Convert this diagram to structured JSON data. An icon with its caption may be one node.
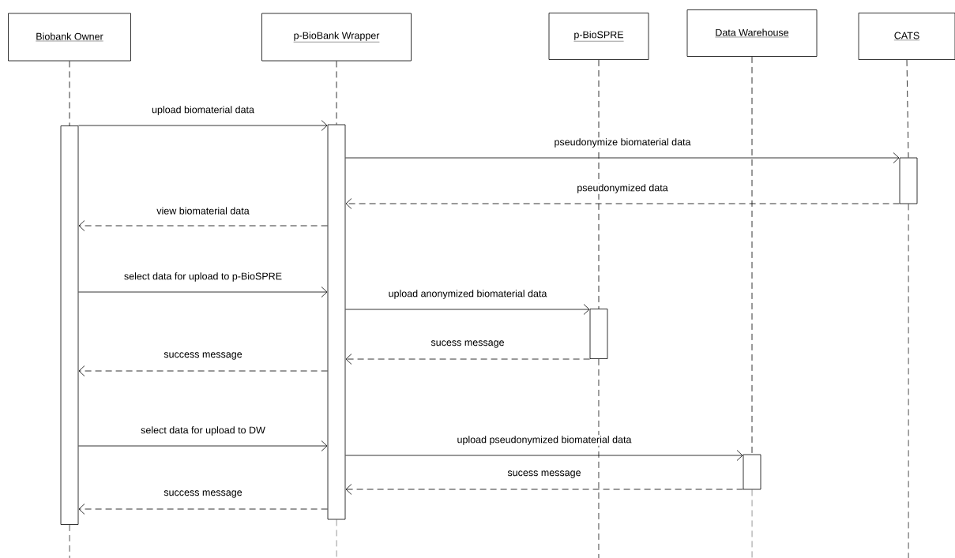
{
  "diagram": {
    "nodes": [
      {
        "text": [
          "Biobank Owner"
        ]
      },
      {
        "text": [
          "p-BioBank Wrapper"
        ]
      },
      {
        "text": [
          "p-BioSPRE"
        ]
      },
      {
        "text": [
          "Data Warehouse"
        ]
      },
      {
        "text": [
          "CATS"
        ]
      },
      {
        "text": [],
        "shape": "bar"
      },
      {
        "text": [],
        "shape": "bar"
      },
      {
        "text": [],
        "shape": "bar"
      },
      {
        "text": [],
        "shape": "bar"
      },
      {
        "text": [],
        "shape": "bar"
      }
    ],
    "edges": [
      {
        "from": 5,
        "to": 6,
        "arrow": "to",
        "label": "upload biomaterial data"
      },
      {
        "from": 6,
        "to": 7,
        "arrow": "to",
        "label": "pseudonymize biomaterial data"
      },
      {
        "from": 7,
        "to": 6,
        "arrow": "to",
        "label": "pseudonymized data",
        "style": "dashed"
      },
      {
        "from": 6,
        "to": 5,
        "arrow": "to",
        "label": "view biomaterial data",
        "style": "dashed"
      },
      {
        "from": 5,
        "to": 6,
        "arrow": "to",
        "label": "select data for upload to p-BioSPRE"
      },
      {
        "from": 6,
        "to": 8,
        "arrow": "to",
        "label": "upload anonymized biomaterial data"
      },
      {
        "from": 8,
        "to": 6,
        "arrow": "to",
        "label": "sucess message",
        "style": "dashed"
      },
      {
        "from": 6,
        "to": 5,
        "arrow": "to",
        "label": "success message",
        "style": "dashed"
      },
      {
        "from": 5,
        "to": 6,
        "arrow": "to",
        "label": "select data for upload to DW"
      },
      {
        "from": 6,
        "to": 9,
        "arrow": "to",
        "label": "upload pseudonymized biomaterial data"
      },
      {
        "from": 9,
        "to": 6,
        "arrow": "to",
        "label": "sucess message",
        "style": "dashed"
      },
      {
        "from": 6,
        "to": 5,
        "arrow": "to",
        "label": "success message",
        "style": "dashed"
      },
      {
        "from": 0,
        "to": 5,
        "arrow": "none",
        "style": "dashed"
      },
      {
        "from": 5,
        "to": null,
        "arrow": "none",
        "style": "dashed"
      },
      {
        "from": 1,
        "to": 6,
        "arrow": "none",
        "style": "dashed"
      },
      {
        "from": 6,
        "to": null,
        "arrow": "none",
        "style": "dashed"
      },
      {
        "from": 4,
        "to": 7,
        "arrow": "none",
        "style": "dashed"
      },
      {
        "from": 7,
        "to": null,
        "arrow": "none",
        "style": "dashed"
      },
      {
        "from": 2,
        "to": 8,
        "arrow": "none",
        "style": "dashed"
      },
      {
        "from": 8,
        "to": null,
        "arrow": "none",
        "style": "dashed"
      },
      {
        "from": 3,
        "to": 9,
        "arrow": "none",
        "style": "dashed"
      },
      {
        "from": 9,
        "to": null,
        "arrow": "none",
        "style": "dashed"
      }
    ]
  }
}
